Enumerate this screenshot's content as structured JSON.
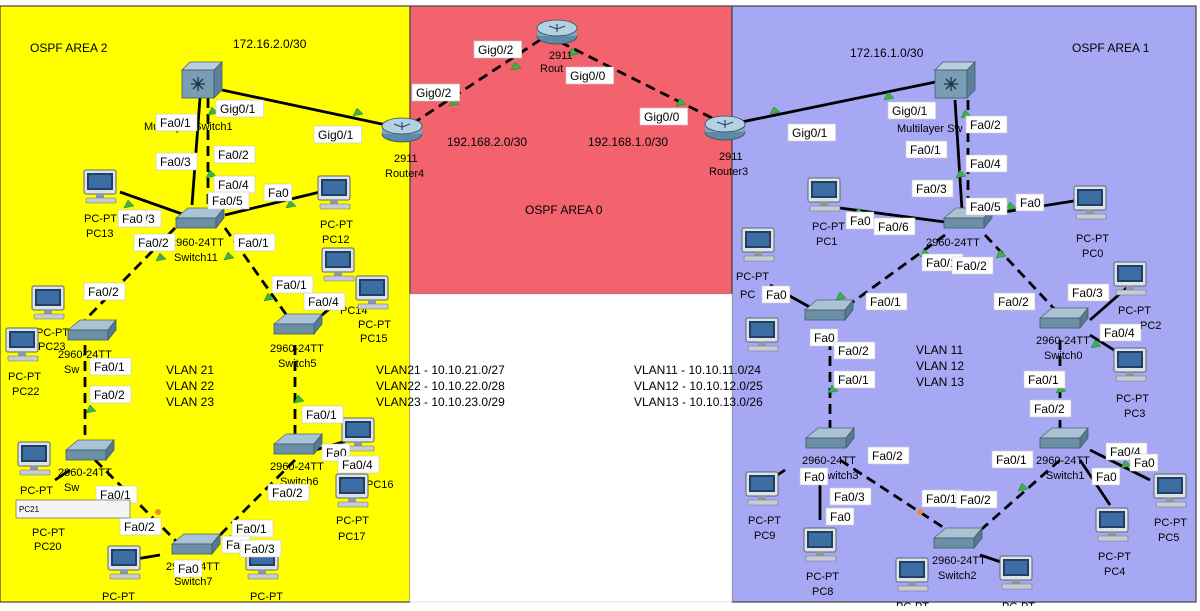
{
  "areas": {
    "area2": {
      "label": "OSPF AREA 2",
      "color": "#ffff00"
    },
    "area0": {
      "label": "OSPF AREA 0",
      "color": "#f2636e"
    },
    "area1": {
      "label": "OSPF AREA 1",
      "color": "#a7a8f4"
    }
  },
  "networks": {
    "n1": "172.16.2.0/30",
    "n2": "192.168.2.0/30",
    "n3": "192.168.1.0/30",
    "n4": "172.16.1.0/30"
  },
  "routers": {
    "top": {
      "model": "2911",
      "name": "Rout"
    },
    "r4": {
      "model": "2911",
      "name": "Router4"
    },
    "r3": {
      "model": "2911",
      "name": "Router3"
    }
  },
  "mlswitches": {
    "left": {
      "name": "Multilayer Switch1"
    },
    "right": {
      "name": "Multilayer Sw"
    }
  },
  "switches": {
    "sw11": {
      "model": "2960-24TT",
      "name": "Switch11"
    },
    "swA": {
      "model": "2960-24TT",
      "name": "Sw"
    },
    "sw5": {
      "model": "2960-24TT",
      "name": "Switch5"
    },
    "swB": {
      "model": "2960-24TT",
      "name": "Sw"
    },
    "sw6": {
      "model": "2960-24TT",
      "name": "Switch6"
    },
    "sw7": {
      "model": "2960-24TT",
      "name": "Switch7"
    },
    "sw": {
      "model": "2960-24TT",
      "name": "Switch"
    },
    "sw0": {
      "model": "2960-24TT",
      "name": "Switch0"
    },
    "sw3": {
      "model": "2960-24TT",
      "name": "Switch3"
    },
    "sw1": {
      "model": "2960-24TT",
      "name": "Switch1"
    },
    "sw2": {
      "model": "2960-24TT",
      "name": "Switch2"
    }
  },
  "pcs": {
    "pc13": {
      "type": "PC-PT",
      "name": "PC13"
    },
    "pc12": {
      "type": "PC-PT",
      "name": "PC12"
    },
    "pc23": {
      "type": "PC-PT",
      "name": "PC23"
    },
    "pc22": {
      "type": "PC-PT",
      "name": "PC22"
    },
    "pc14": {
      "type": "PC-PT",
      "name": "PC14"
    },
    "pc15": {
      "type": "PC-PT",
      "name": "PC15"
    },
    "pc20": {
      "type": "PC-PT",
      "name": "PC20"
    },
    "pc16": {
      "type": "PC-PT",
      "name": "PC16"
    },
    "pc17": {
      "type": "PC-PT",
      "name": "PC17"
    },
    "pc18": {
      "type": "PC-PT",
      "name": ""
    },
    "pc19": {
      "type": "PC-PT",
      "name": ""
    },
    "pc21": {
      "type": "PC-PT",
      "name": "PC21"
    },
    "pc1": {
      "type": "PC-PT",
      "name": "PC1"
    },
    "pc0": {
      "type": "PC-PT",
      "name": "PC0"
    },
    "pc10": {
      "type": "PC-PT",
      "name": "PC"
    },
    "pc11": {
      "type": "PC-PT",
      "name": ""
    },
    "pc2": {
      "type": "PC-PT",
      "name": "PC2"
    },
    "pc3": {
      "type": "PC-PT",
      "name": "PC3"
    },
    "pc9": {
      "type": "PC-PT",
      "name": "PC9"
    },
    "pc8": {
      "type": "PC-PT",
      "name": "PC8"
    },
    "pc4": {
      "type": "PC-PT",
      "name": "PC4"
    },
    "pc5": {
      "type": "PC-PT",
      "name": "PC5"
    },
    "pc6": {
      "type": "PC-PT",
      "name": ""
    },
    "pc7": {
      "type": "PC-PT",
      "name": ""
    }
  },
  "vlans_left": [
    "VLAN 21",
    "VLAN 22",
    "VLAN 23"
  ],
  "vlans_right": [
    "VLAN 11",
    "VLAN 12",
    "VLAN 13"
  ],
  "subnets_left": [
    "VLAN21 - 10.10.21.0/27",
    "VLAN22 - 10.10.22.0/28",
    "VLAN23 - 10.10.23.0/29"
  ],
  "subnets_right": [
    "VLAN11 - 10.10.11.0/24",
    "VLAN12 - 10.10.12.0/25",
    "VLAN13 - 10.10.13.0/26"
  ],
  "tooltip": "PC21",
  "ports": {
    "p_top_g02": "Gig0/2",
    "p_top_g00": "Gig0/0",
    "p_r4_g02": "Gig0/2",
    "p_r4_g01": "Gig0/1",
    "p_r3_g00": "Gig0/0",
    "p_r3_g01": "Gig0/1",
    "p_mlL_g01": "Gig0/1",
    "p_mlL_fa01": "Fa0/1",
    "p_mlL_fa02": "Fa0/2",
    "p_mlL_fa03": "Fa0/3",
    "p_s11_fa04": "Fa0/4",
    "p_s11_fa05": "Fa0/5",
    "p_s11_fa0": "Fa0",
    "p_s11_fa03": "Fa0/3",
    "p_s11_fa02": "Fa0/2",
    "p_s11_fa01": "Fa0/1",
    "p_pc13_fa0": "Fa0",
    "p_sA_fa02": "Fa0/2",
    "p_sA_fa01": "Fa0/1",
    "p_sB_fa02": "Fa0/2",
    "p_s5_fa01": "Fa0/1",
    "p_s5_fa4": "Fa0/4",
    "p_s5_fa01b": "Fa0/1",
    "p_s6_fa01": "Fa0/1",
    "p_s6_fa0": "Fa0",
    "p_s6_fa04": "Fa0/4",
    "p_s6_fa02": "Fa0/2",
    "p_sB_fa01": "Fa0/1",
    "p_sB_fa02b": "Fa0/2",
    "p_s7_fa01": "Fa0/1",
    "p_s7_fa0": "Fa0",
    "p_s7_fa03": "Fa0/3",
    "p_s7_fa0b": "Fa0",
    "p_mlR_g01": "Gig0/1",
    "p_mlR_fa02": "Fa0/2",
    "p_mlR_fa01": "Fa0/1",
    "p_mlR_fa04": "Fa0/4",
    "p_mlR_fa03": "Fa0/3",
    "p_sw_fa05": "Fa0/5",
    "p_sw_fa0": "Fa0",
    "p_sw_fa06": "Fa0/6",
    "p_pc1_fa0": "Fa0",
    "p_sw_fa01": "Fa0/1",
    "p_sw_fa02": "Fa0/2",
    "p_s0_fa02": "Fa0/2",
    "p_s0_fa03": "Fa0/3",
    "p_s0_fa04": "Fa0/4",
    "p_s0_fa01": "Fa0/1",
    "p_s0_fa02b": "Fa0/2",
    "p_sL_fa01": "Fa0/1",
    "p_sL_fa0": "Fa0",
    "p_sL_fa0b": "Fa0",
    "p_sL_fa02": "Fa0/2",
    "p_s3_fa01": "Fa0/1",
    "p_s3_fa02": "Fa0/2",
    "p_s3_fa0": "Fa0",
    "p_s3_fa03": "Fa0/3",
    "p_s3_fa0b": "Fa0",
    "p_s1_fa01": "Fa0/1",
    "p_s1_fa04": "Fa0/4",
    "p_s1_fa0": "Fa0",
    "p_s1_fa0b": "Fa0",
    "p_s2_fa01": "Fa0/1",
    "p_s2_fa02": "Fa0/2"
  }
}
